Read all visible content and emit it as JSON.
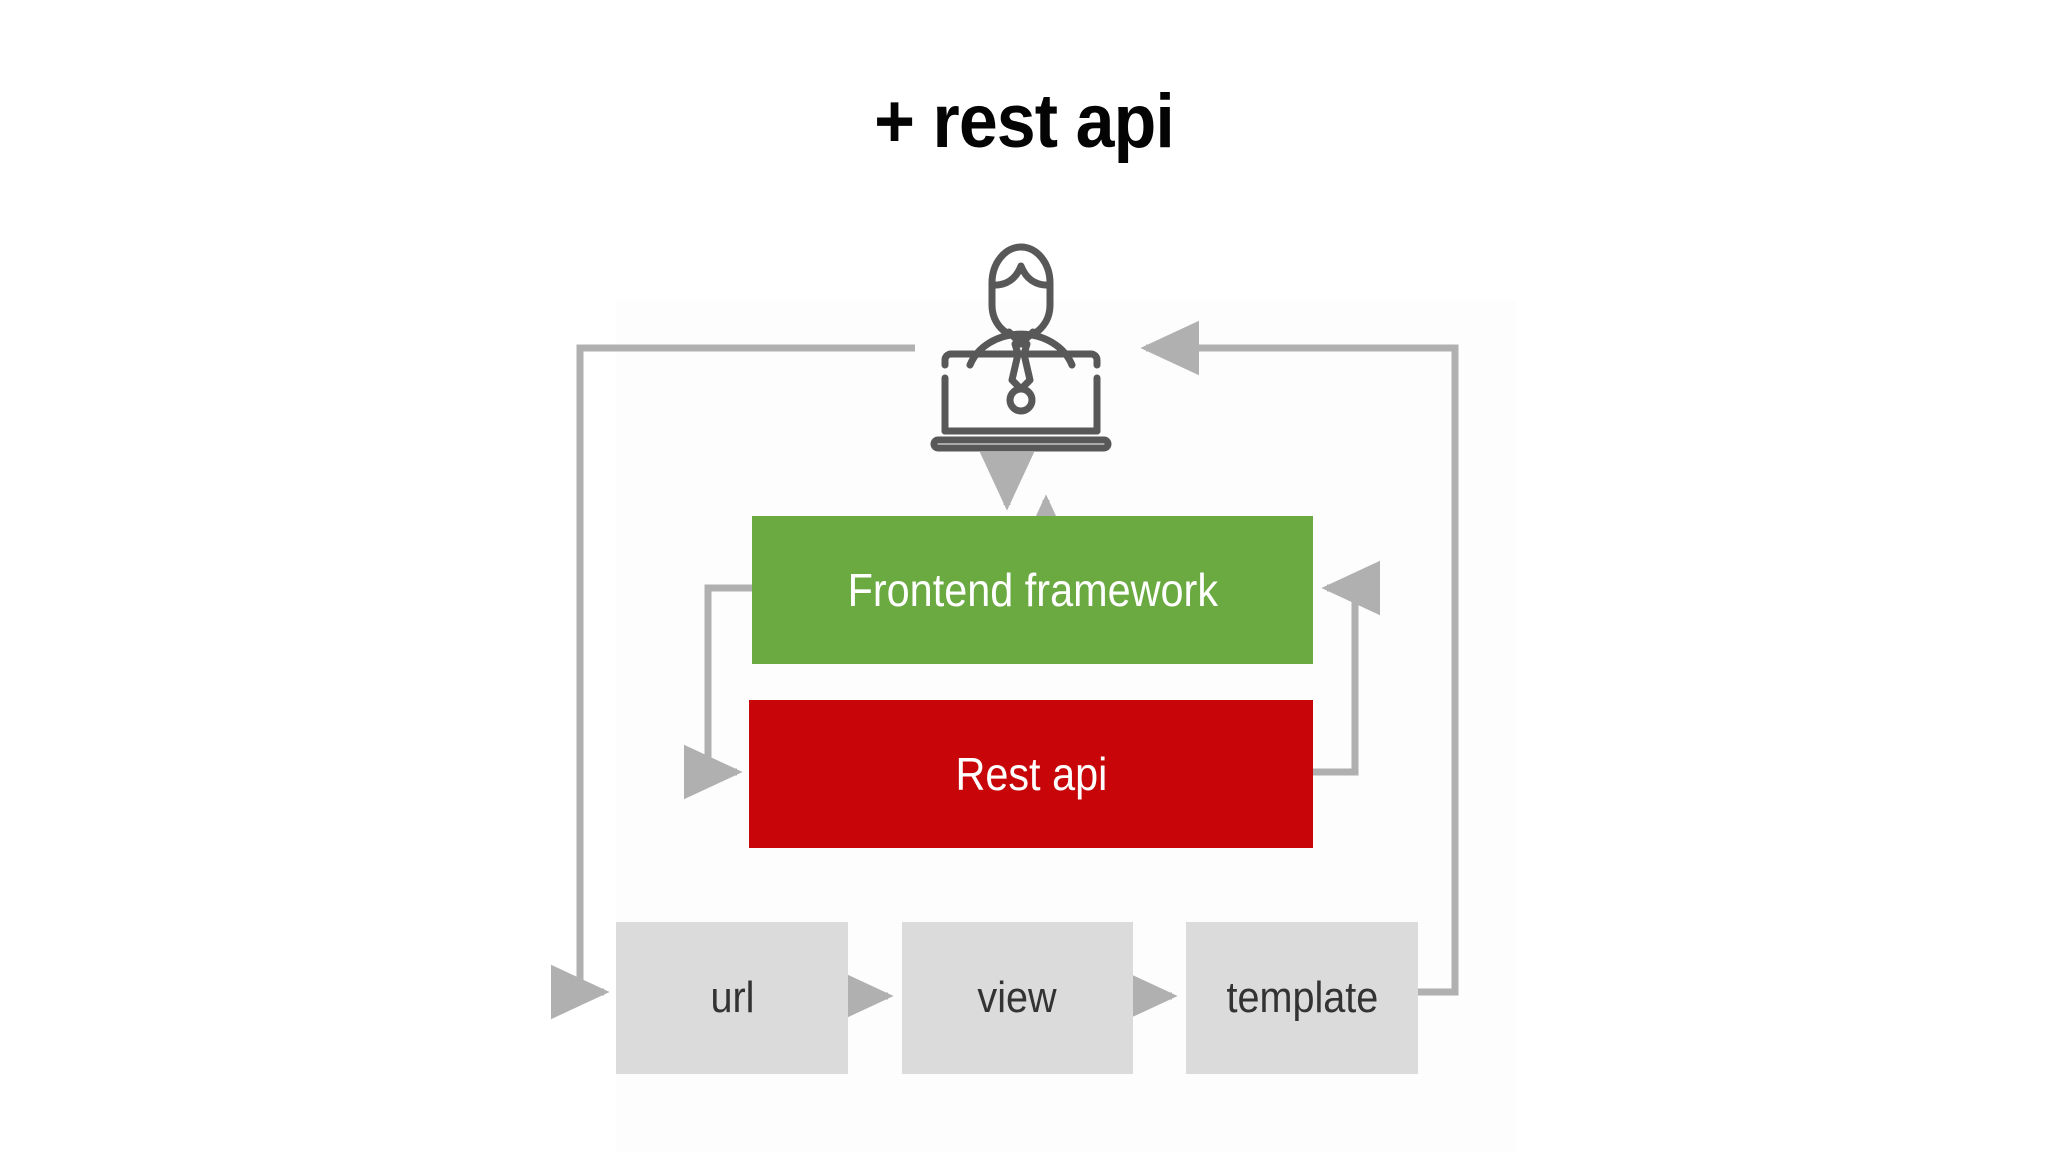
{
  "page": {
    "title": "+ rest api",
    "background_color": "#ffffff"
  },
  "colors": {
    "title_text": "#040404",
    "frontend_box": "#6aaa41",
    "restapi_box": "#c80609",
    "gray_box": "#dbdbdb",
    "gray_box_text": "#333333",
    "box_text_on_color": "#ffffff",
    "connector": "#b0b0b0",
    "icon_stroke": "#585858"
  },
  "diagram": {
    "actor": {
      "icon": "user-at-laptop-icon",
      "label": ""
    },
    "nodes": [
      {
        "id": "frontend",
        "label": "Frontend framework",
        "color": "#6aaa41",
        "text_color": "#ffffff"
      },
      {
        "id": "restapi",
        "label": "Rest api",
        "color": "#c80609",
        "text_color": "#ffffff"
      },
      {
        "id": "url",
        "label": "url",
        "color": "#dbdbdb",
        "text_color": "#333333"
      },
      {
        "id": "view",
        "label": "view",
        "color": "#dbdbdb",
        "text_color": "#333333"
      },
      {
        "id": "template",
        "label": "template",
        "color": "#dbdbdb",
        "text_color": "#333333"
      }
    ],
    "connectors": [
      {
        "id": "user-to-url",
        "from": "user",
        "to": "url",
        "arrowhead": true,
        "label": ""
      },
      {
        "id": "template-to-user",
        "from": "template",
        "to": "user",
        "arrowhead": true,
        "label": ""
      },
      {
        "id": "user-to-frontend",
        "from": "user",
        "to": "frontend",
        "arrowhead": true,
        "label": ""
      },
      {
        "id": "frontend-to-user",
        "from": "frontend",
        "to": "user",
        "arrowhead": true,
        "label": ""
      },
      {
        "id": "frontend-to-restapi",
        "from": "frontend",
        "to": "restapi",
        "arrowhead": true,
        "label": ""
      },
      {
        "id": "restapi-to-frontend",
        "from": "restapi",
        "to": "frontend",
        "arrowhead": true,
        "label": ""
      },
      {
        "id": "url-to-view",
        "from": "url",
        "to": "view",
        "arrowhead": true,
        "label": ""
      },
      {
        "id": "view-to-template",
        "from": "view",
        "to": "template",
        "arrowhead": true,
        "label": ""
      }
    ]
  },
  "chart_data": {
    "type": "diagram",
    "title": "+ rest api",
    "nodes": [
      "Frontend framework",
      "Rest api",
      "url",
      "view",
      "template"
    ],
    "edges": [
      [
        "user",
        "url"
      ],
      [
        "url",
        "view"
      ],
      [
        "view",
        "template"
      ],
      [
        "template",
        "user"
      ],
      [
        "user",
        "Frontend framework"
      ],
      [
        "Frontend framework",
        "user"
      ],
      [
        "Frontend framework",
        "Rest api"
      ],
      [
        "Rest api",
        "Frontend framework"
      ]
    ]
  }
}
